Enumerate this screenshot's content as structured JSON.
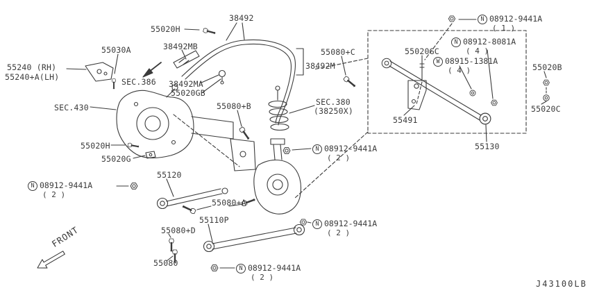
{
  "page": {
    "background": "#ffffff",
    "ink_color": "#3a3a3a"
  },
  "footer_code": "J43100LB",
  "front_arrow_label": "FRONT",
  "labels": {
    "l55020h_top": "55020H",
    "l38492": "38492",
    "l38492mb": "38492MB",
    "l55030a": "55030A",
    "l55240_rh": "55240  (RH)",
    "l55240a_lh": "55240+A(LH)",
    "lsec386": "SEC.386",
    "l38492ma": "38492MA",
    "l55020gb": "55020GB",
    "l38492m": "38492M",
    "l55080c": "55080+C",
    "l55020gc": "55020GC",
    "l55020b": "55020B",
    "l55020c": "55020C",
    "l55491": "55491",
    "l55130": "55130",
    "lsec430": "SEC.430",
    "l55080b": "55080+B",
    "lsec380": "SEC.380",
    "lsec380b": "(38250X)",
    "l55020h_mid": "55020H",
    "l55020g": "55020G",
    "l55120": "55120",
    "l55080a": "55080+A",
    "l55110p": "55110P",
    "l55080d": "55080+D",
    "l55080": "55080"
  },
  "fasteners": {
    "n9441_top": {
      "symbol": "N",
      "number": "08912-9441A",
      "qty": "( 1 )"
    },
    "n8081": {
      "symbol": "N",
      "number": "08912-8081A",
      "qty": "( 4 )"
    },
    "w1381": {
      "symbol": "W",
      "number": "08915-1381A",
      "qty": "( 4 )"
    },
    "n9441_mid": {
      "symbol": "N",
      "number": "08912-9441A",
      "qty": "( 2 )"
    },
    "n9441_left": {
      "symbol": "N",
      "number": "08912-9441A",
      "qty": "( 2 )"
    },
    "n9441_low": {
      "symbol": "N",
      "number": "08912-9441A",
      "qty": "( 2 )"
    },
    "n9441_bottom": {
      "symbol": "N",
      "number": "08912-9441A",
      "qty": "( 2 )"
    }
  }
}
